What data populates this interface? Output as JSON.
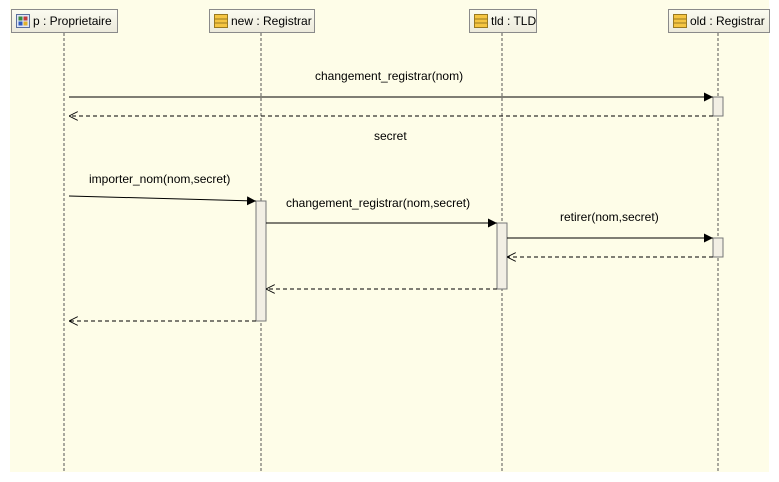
{
  "lifelines": [
    {
      "label": "p : Proprietaire",
      "icon": "actor-icon"
    },
    {
      "label": "new : Registrar",
      "icon": "class-icon"
    },
    {
      "label": "tld : TLD",
      "icon": "class-icon"
    },
    {
      "label": "old : Registrar",
      "icon": "class-icon"
    }
  ],
  "messages": [
    {
      "label": "changement_registrar(nom)",
      "from": "p : Proprietaire",
      "to": "old : Registrar",
      "kind": "call"
    },
    {
      "label": "secret",
      "from": "old : Registrar",
      "to": "p : Proprietaire",
      "kind": "return"
    },
    {
      "label": "importer_nom(nom,secret)",
      "from": "p : Proprietaire",
      "to": "new : Registrar",
      "kind": "call"
    },
    {
      "label": "changement_registrar(nom,secret)",
      "from": "new : Registrar",
      "to": "tld : TLD",
      "kind": "call"
    },
    {
      "label": "retirer(nom,secret)",
      "from": "tld : TLD",
      "to": "old : Registrar",
      "kind": "call"
    },
    {
      "label": "",
      "from": "old : Registrar",
      "to": "tld : TLD",
      "kind": "return"
    },
    {
      "label": "",
      "from": "tld : TLD",
      "to": "new : Registrar",
      "kind": "return"
    },
    {
      "label": "",
      "from": "new : Registrar",
      "to": "p : Proprietaire",
      "kind": "return"
    }
  ],
  "colors": {
    "canvas": "#fefde8",
    "line": "#000000",
    "activation": "#f2efe4",
    "icon_yellow": "#f5c542"
  }
}
